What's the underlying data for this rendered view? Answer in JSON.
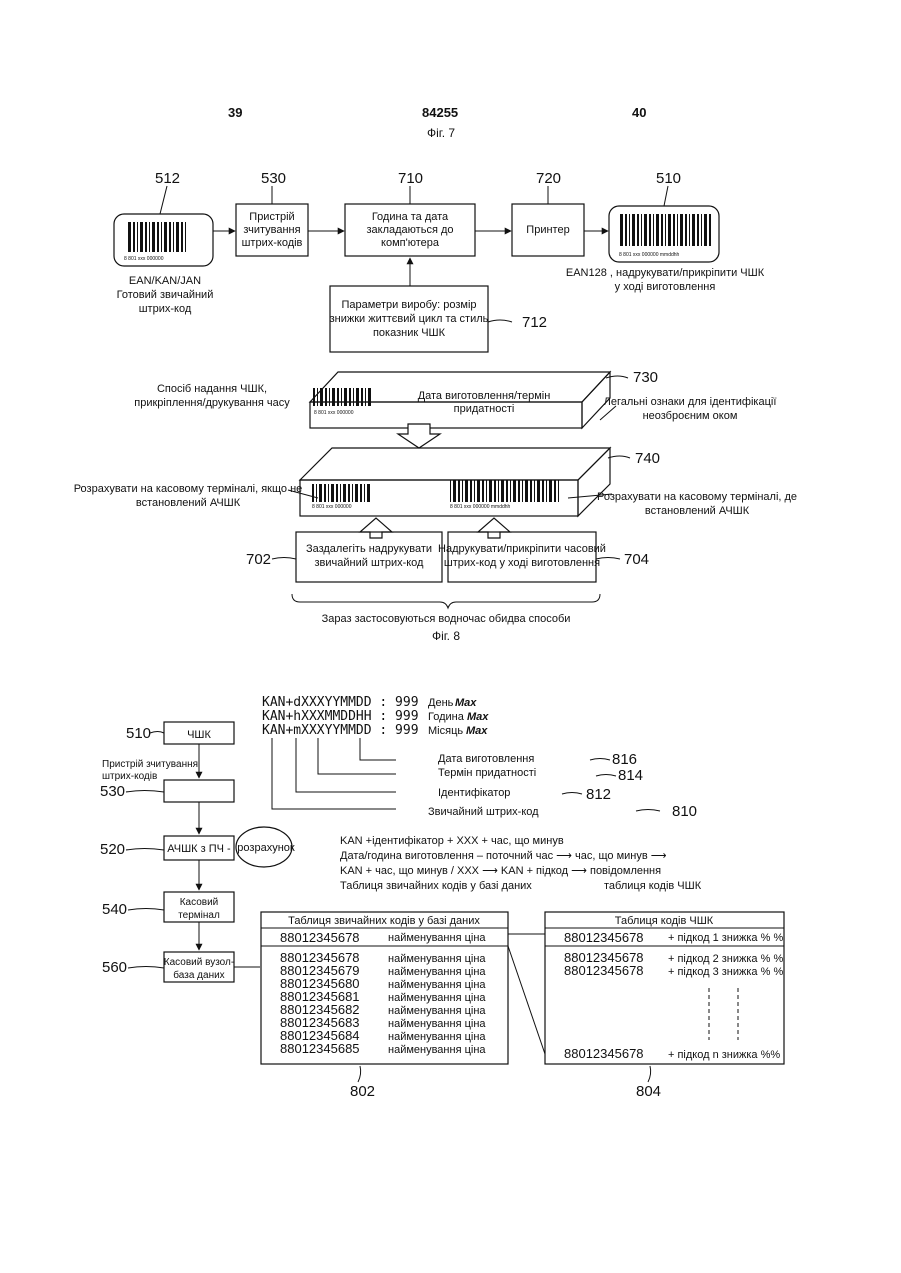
{
  "header": {
    "page_left": "39",
    "patent_no": "84255",
    "page_right": "40",
    "fig7_caption": "Фіг. 7"
  },
  "fig7": {
    "n512": "512",
    "label512": [
      "EAN/KAN/JAN",
      "Готовий звичайний",
      "штрих-код"
    ],
    "barcode_digits_left": "8 801  xxx  000000",
    "n530": "530",
    "box530": [
      "Пристрій",
      "зчитування",
      "штрих-кодів"
    ],
    "n710": "710",
    "box710": [
      "Година та дата",
      "закладаються до",
      "комп'ютера"
    ],
    "n720": "720",
    "box720": "Принтер",
    "n510": "510",
    "barcode_digits_right": "8 801  xxx  000000    mmddhh",
    "label510": [
      "EAN128 , надрукувати/прикріпити ЧШК",
      "у ході виготовлення"
    ],
    "box712": [
      "Параметри виробу: розмір",
      "знижки життєвий цикл та стиль",
      "показник ЧШК"
    ],
    "n712": "712"
  },
  "fig8": {
    "left_note_730": [
      "Спосіб надання ЧШК,",
      "прикріплення/друкування часу"
    ],
    "pkg730_digits": "8 801  xxx  000000",
    "pkg730_text": [
      "Дата виготовлення/термін",
      "придатності"
    ],
    "n730": "730",
    "right_note_730": [
      "Легальні ознаки для ідентифікації",
      "неозброєним оком"
    ],
    "left_note_740": [
      "Розрахувати на касовому терміналі, якщо не",
      "встановлений АЧШК"
    ],
    "pkg740_digits_left": "8 801  xxx  000000",
    "pkg740_digits_right": "8 801  xxx  000000     mmddhh",
    "n740": "740",
    "right_note_740": [
      "Розрахувати на касовому терміналі, де",
      "встановлений АЧШК"
    ],
    "n702": "702",
    "box702": [
      "Заздалегіть надрукувати",
      "звичайний штрих-код"
    ],
    "box704": [
      "Надрукувати/прикріпити часовий",
      "штрих-код у ході виготовлення"
    ],
    "n704": "704",
    "bottom_note": "Зараз застосовуються водночас обидва способи",
    "caption": "Фіг. 8"
  },
  "fig9": {
    "formats": [
      {
        "code": "KAN+dXXXYYMMDD : 999",
        "label": "День",
        "label_it": "Max"
      },
      {
        "code": "KAN+hXXXMMDDHH : 999",
        "label": "Година",
        "label_it": "Max"
      },
      {
        "code": "KAN+mXXXYYMMDD : 999",
        "label": "Місяць",
        "label_it": "Max"
      }
    ],
    "leader_816": "Дата виготовлення",
    "n816": "816",
    "leader_814": "Термін придатності",
    "n814": "814",
    "leader_812": "Ідентифікатор",
    "n812": "812",
    "leader_810": "Звичайний штрих-код",
    "n810": "810",
    "n510": "510",
    "box510": "ЧШК",
    "reader_label": [
      "Пристрій зчитування",
      "штрих-кодів"
    ],
    "n530": "530",
    "n520": "520",
    "box520": "АЧШК з ПЧ -",
    "circle520": "розрахунок",
    "n540": "540",
    "box540": [
      "Касовий",
      "термінал"
    ],
    "n560": "560",
    "box560": [
      "Касовий вузол-",
      "база даних"
    ],
    "notes": [
      "KAN +ідентифікатор + XXX + час, що минув",
      "Дата/година виготовлення – поточний час ⟶ час, що минув ⟶",
      "KAN + час, що минув / XXX ⟶ KAN + підкод ⟶ повідомлення"
    ],
    "note_last_left": "Таблиця звичайних кодів у базі даних",
    "note_last_right": "таблиця кодів ЧШК",
    "table802": {
      "header": "Таблиця звичайних кодів у базі даних",
      "first_row": {
        "code": "88012345678",
        "text": "найменування ціна"
      },
      "rows": [
        {
          "code": "88012345678",
          "text": "найменування ціна"
        },
        {
          "code": "88012345679",
          "text": "найменування ціна"
        },
        {
          "code": "88012345680",
          "text": "найменування ціна"
        },
        {
          "code": "88012345681",
          "text": "найменування ціна"
        },
        {
          "code": "88012345682",
          "text": "найменування ціна"
        },
        {
          "code": "88012345683",
          "text": "найменування ціна"
        },
        {
          "code": "88012345684",
          "text": "найменування ціна"
        },
        {
          "code": "88012345685",
          "text": "найменування ціна"
        }
      ],
      "n": "802"
    },
    "table804": {
      "header": "Таблиця кодів ЧШК",
      "first_row": {
        "code": "88012345678",
        "text": "+ підкод 1 знижка % %"
      },
      "rows": [
        {
          "code": "88012345678",
          "text": "+ підкод 2 знижка % %"
        },
        {
          "code": "88012345678",
          "text": "+ підкод 3 знижка % %"
        }
      ],
      "last_row": {
        "code": "88012345678",
        "text": "+  підкод n знижка %%"
      },
      "n": "804"
    }
  }
}
